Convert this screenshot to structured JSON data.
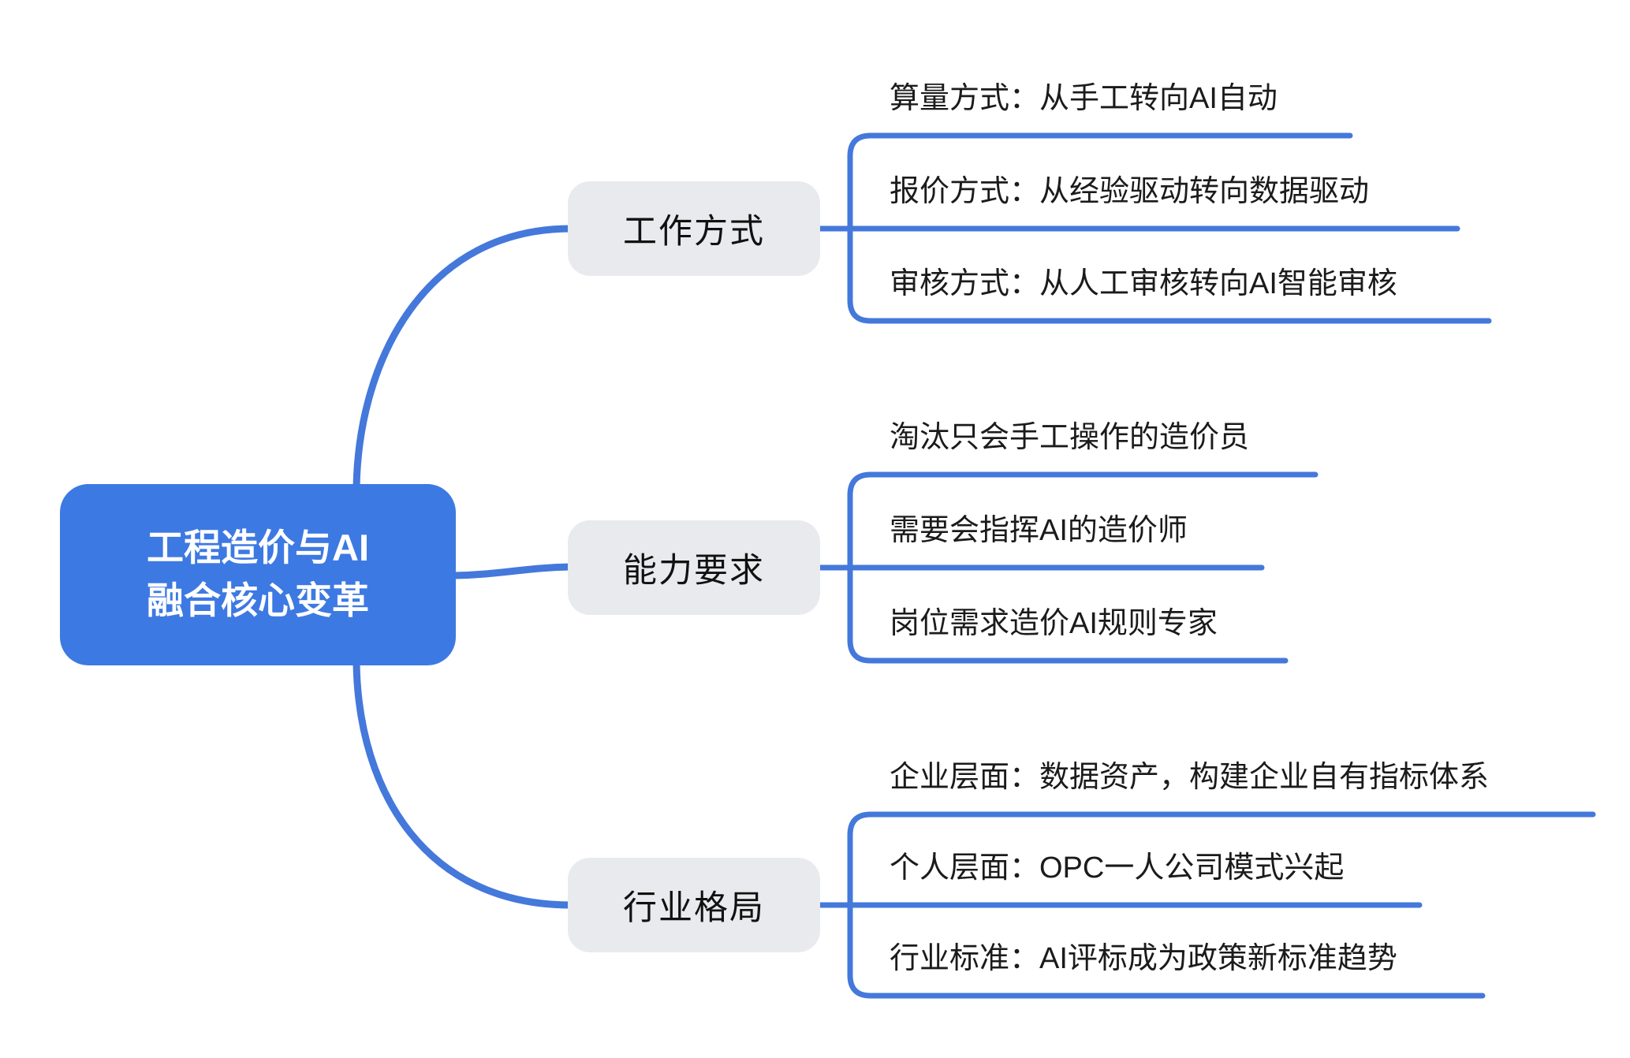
{
  "root": {
    "line1": "工程造价与AI",
    "line2": "融合核心变革"
  },
  "branches": [
    {
      "label": "工作方式",
      "children": [
        "算量方式：从手工转向AI自动",
        "报价方式：从经验驱动转向数据驱动",
        "审核方式：从人工审核转向AI智能审核"
      ]
    },
    {
      "label": "能力要求",
      "children": [
        "淘汰只会手工操作的造价员",
        "需要会指挥AI的造价师",
        "岗位需求造价AI规则专家"
      ]
    },
    {
      "label": "行业格局",
      "children": [
        "企业层面：数据资产，构建企业自有指标体系",
        "个人层面：OPC一人公司模式兴起",
        "行业标准：AI评标成为政策新标准趋势"
      ]
    }
  ],
  "colors": {
    "background": "#ffffff",
    "root_fill": "#3d79e2",
    "root_text": "#ffffff",
    "branch_fill": "#e9eaed",
    "branch_text": "#111111",
    "child_text": "#1b1b1b",
    "connector": "#4478db"
  }
}
